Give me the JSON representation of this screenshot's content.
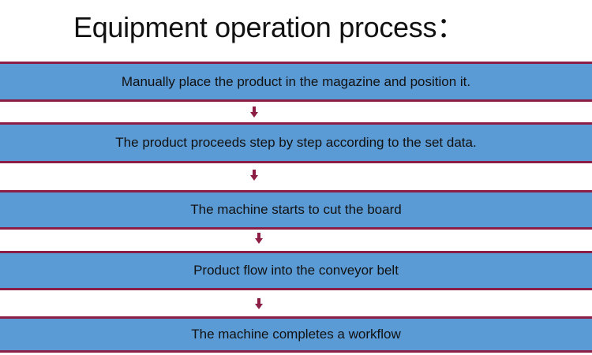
{
  "title": "Equipment operation process：",
  "colors": {
    "band": "#5b9bd5",
    "border": "#8c1d45",
    "arrow": "#8c1d45"
  },
  "steps": [
    {
      "label": "Manually place the product in the magazine and position it."
    },
    {
      "label": "The product proceeds step by step according to the set data."
    },
    {
      "label": "The machine starts to cut the board"
    },
    {
      "label": "Product flow into the conveyor belt"
    },
    {
      "label": "The machine completes a workflow"
    }
  ]
}
